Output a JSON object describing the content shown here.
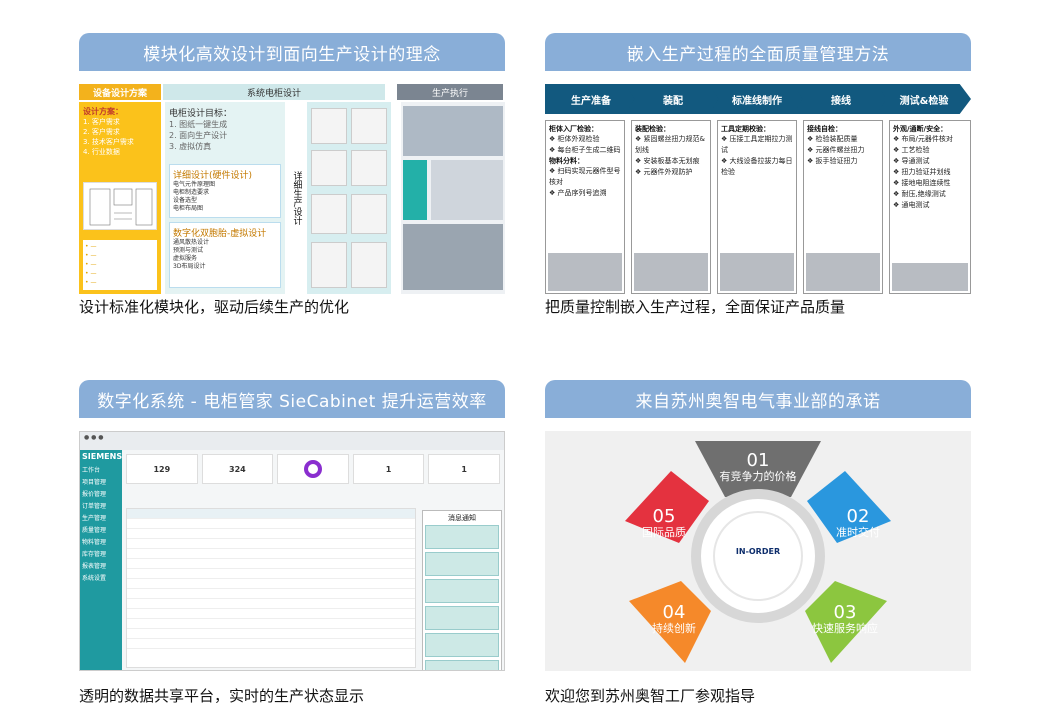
{
  "panels": [
    {
      "title": "模块化高效设计到面向生产设计的理念",
      "caption": "设计标准化模块化，驱动后续生产的优化",
      "bars": [
        "设备设计方案",
        "系统电柜设计",
        "生产执行"
      ],
      "col1_title": "设计方案：",
      "col1_items": [
        "1. 客户需求",
        "2. 客户需求",
        "3. 技术客户需求",
        "4. 行业数据"
      ],
      "col2_title": "电柜设计目标：",
      "col2_items": [
        "1. 图纸一键生成",
        "2. 面向生产设计",
        "3. 虚拟仿真"
      ],
      "box1_title": "详细设计(硬件设计)",
      "box1_items": [
        "电气元件原理图",
        "电柜制造要求",
        "设备选型",
        "电柜布局图"
      ],
      "box2_title": "数字化双胞胎-虚拟设计",
      "box2_items": [
        "通风散热设计",
        "预测与测试",
        "虚拟服务",
        "3D布局设计"
      ],
      "col3_text": "详细生产设计"
    },
    {
      "title": "嵌入生产过程的全面质量管理方法",
      "caption": "把质量控制嵌入生产过程，全面保证产品质量",
      "steps": [
        "生产准备",
        "装配",
        "标准线制作",
        "接线",
        "测试&检验"
      ],
      "cards": [
        {
          "title": "柜体入厂检验：",
          "items": [
            "柜体外观检验",
            "每台柜子生成二维码"
          ],
          "title2": "物料分料：",
          "items2": [
            "扫码实现元器件型号核对",
            "产品序列号追溯"
          ]
        },
        {
          "title": "装配检验：",
          "items": [
            "紧固螺丝扭力规范&划线",
            "安装板基本无划痕",
            "元器件外观防护"
          ]
        },
        {
          "title": "工具定期校验：",
          "items": [
            "压接工具定期拉力测试",
            "大线设备拉拔力每日检验"
          ]
        },
        {
          "title": "接线自检：",
          "items": [
            "检验装配质量",
            "元器件螺丝扭力",
            "扳手验证扭力"
          ]
        },
        {
          "title": "外观/通断/安全：",
          "items": [
            "布局/元器件核对",
            "工艺检验",
            "导通测试",
            "扭力验证并划线",
            "接地电阻连续性",
            "耐压,绝缘测试",
            "通电测试"
          ]
        }
      ]
    },
    {
      "title": "数字化系统 - 电柜管家 SieCabinet 提升运营效率",
      "caption": "透明的数据共享平台，实时的生产状态显示",
      "sidebar_logo": "SIEMENS",
      "sidebar_items": [
        "工作台",
        "项目管理",
        "报价管理",
        "订单管理",
        "生产管理",
        "质量管理",
        "物料管理",
        "库存管理",
        "报表管理",
        "系统设置"
      ],
      "kpis": [
        "129",
        "324",
        "",
        "1",
        "1"
      ],
      "popup_title": "消息通知"
    },
    {
      "title": "来自苏州奥智电气事业部的承诺",
      "caption": "欢迎您到苏州奥智工厂参观指导",
      "center": "IN-ORDER",
      "petals": [
        {
          "num": "01",
          "label": "有竞争力的价格",
          "color": "#6f6f6f"
        },
        {
          "num": "02",
          "label": "准时交付",
          "color": "#2a97de"
        },
        {
          "num": "03",
          "label": "快速服务响应",
          "color": "#8cc63f"
        },
        {
          "num": "04",
          "label": "持续创新",
          "color": "#f5892a"
        },
        {
          "num": "05",
          "label": "国际品质",
          "color": "#e4323f"
        }
      ]
    }
  ]
}
